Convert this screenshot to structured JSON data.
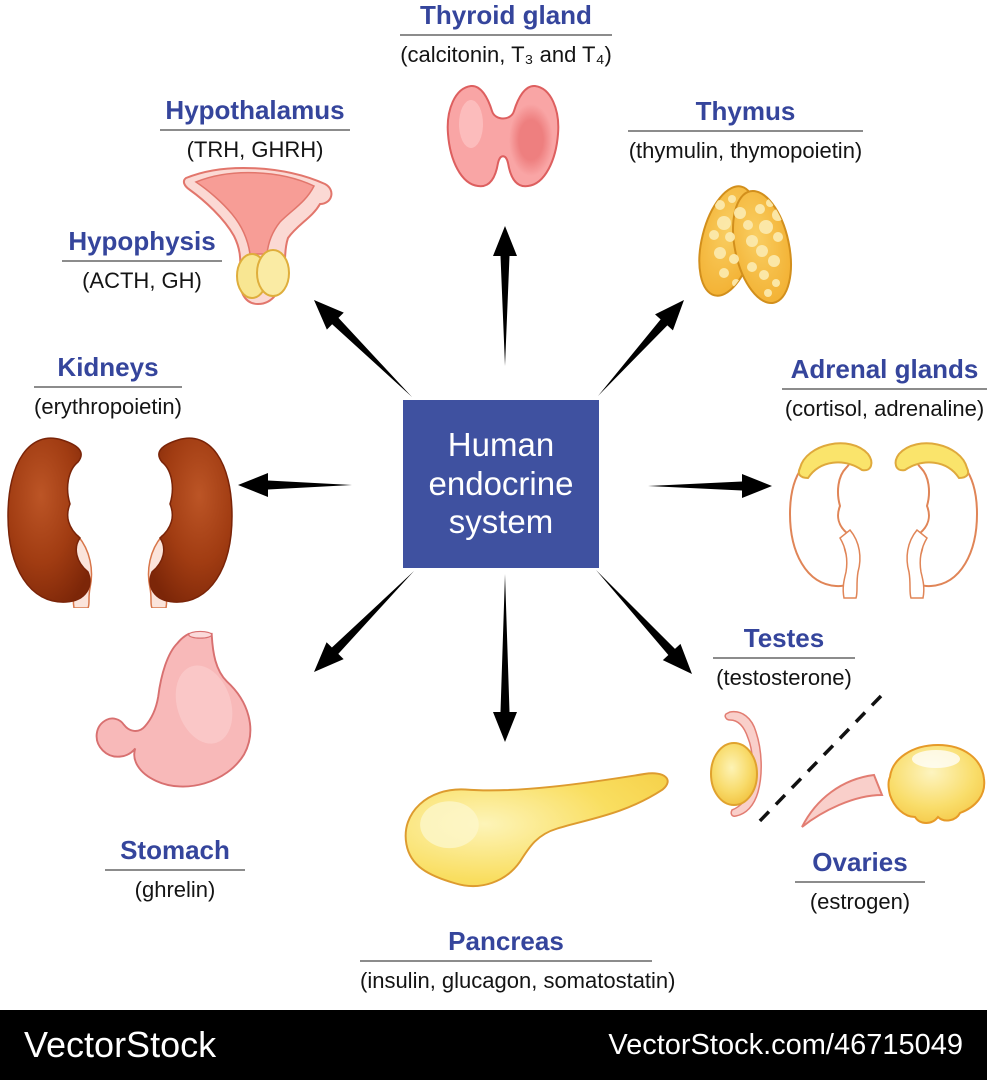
{
  "diagram_title": "Human endocrine system",
  "center": {
    "label": "Human endocrine system",
    "bg_color": "#3f51a0"
  },
  "glands": {
    "thyroid": {
      "name": "Thyroid gland",
      "hormones": "(calcitonin, T₃ and T₄)"
    },
    "hypothalamus": {
      "name": "Hypothalamus",
      "hormones": "(TRH, GHRH)"
    },
    "hypophysis": {
      "name": "Hypophysis",
      "hormones": "(ACTH, GH)"
    },
    "thymus": {
      "name": "Thymus",
      "hormones": "(thymulin, thymopoietin)"
    },
    "adrenal_glands": {
      "name": "Adrenal glands",
      "hormones": "(cortisol, adrenaline)"
    },
    "kidneys": {
      "name": "Kidneys",
      "hormones": "(erythropoietin)"
    },
    "testes": {
      "name": "Testes",
      "hormones": "(testosterone)"
    },
    "ovaries": {
      "name": "Ovaries",
      "hormones": "(estrogen)"
    },
    "stomach": {
      "name": "Stomach",
      "hormones": "(ghrelin)"
    },
    "pancreas": {
      "name": "Pancreas",
      "hormones": "(insulin, glucagon, somatostatin)"
    }
  },
  "colors": {
    "heading": "#35459c",
    "center_box": "#3f51a0",
    "arrow": "#000000",
    "underline": "#8c8c8c"
  },
  "watermark": {
    "left": "VectorStock",
    "right": "VectorStock.com/46715049"
  }
}
